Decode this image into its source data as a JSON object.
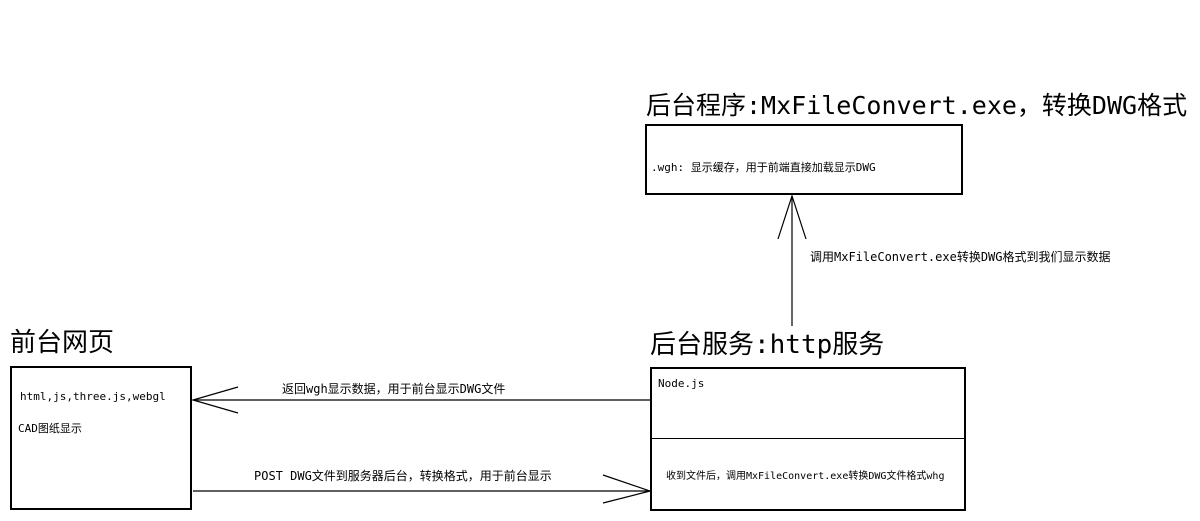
{
  "backend_program": {
    "title": "后台程序:MxFileConvert.exe，转换DWG格式",
    "wgh_note": ".wgh: 显示缓存，用于前端直接加载显示DWG"
  },
  "call_arrow_label": "调用MxFileConvert.exe转换DWG格式到我们显示数据",
  "frontend": {
    "title": "前台网页",
    "tech": "html,js,three.js,webgl",
    "cad_display": "CAD图纸显示"
  },
  "backend_service": {
    "title": "后台服务:http服务",
    "node": "Node.js",
    "process": "收到文件后，调用MxFileConvert.exe转换DWG文件格式whg"
  },
  "return_arrow_label": "返回wgh显示数据，用于前台显示DWG文件",
  "post_arrow_label": "POST DWG文件到服务器后台，转换格式，用于前台显示"
}
